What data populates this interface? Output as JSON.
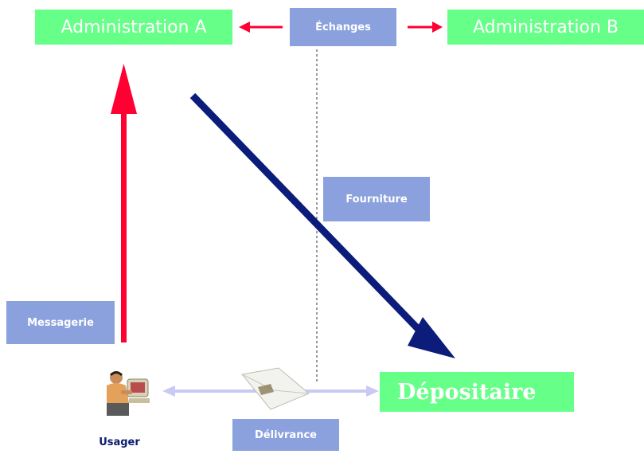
{
  "nodes": {
    "admin_a": "Administration A",
    "admin_b": "Administration B",
    "depositaire": "Dépositaire",
    "usager": "Usager"
  },
  "labels": {
    "echanges": "Échanges",
    "fourniture": "Fourniture",
    "messagerie": "Messagerie",
    "delivrance": "Délivrance"
  },
  "icons": {
    "usager": "person-at-computer-icon",
    "delivrance": "envelope-icon"
  },
  "colors": {
    "node_green": "#66ff88",
    "label_blue": "#8ba1de",
    "messagerie_arrow": "#ff0033",
    "fourniture_arrow": "#0b1c7a",
    "delivrance_arrow": "#c9c9f5",
    "echanges_arrow": "#ff0033"
  }
}
